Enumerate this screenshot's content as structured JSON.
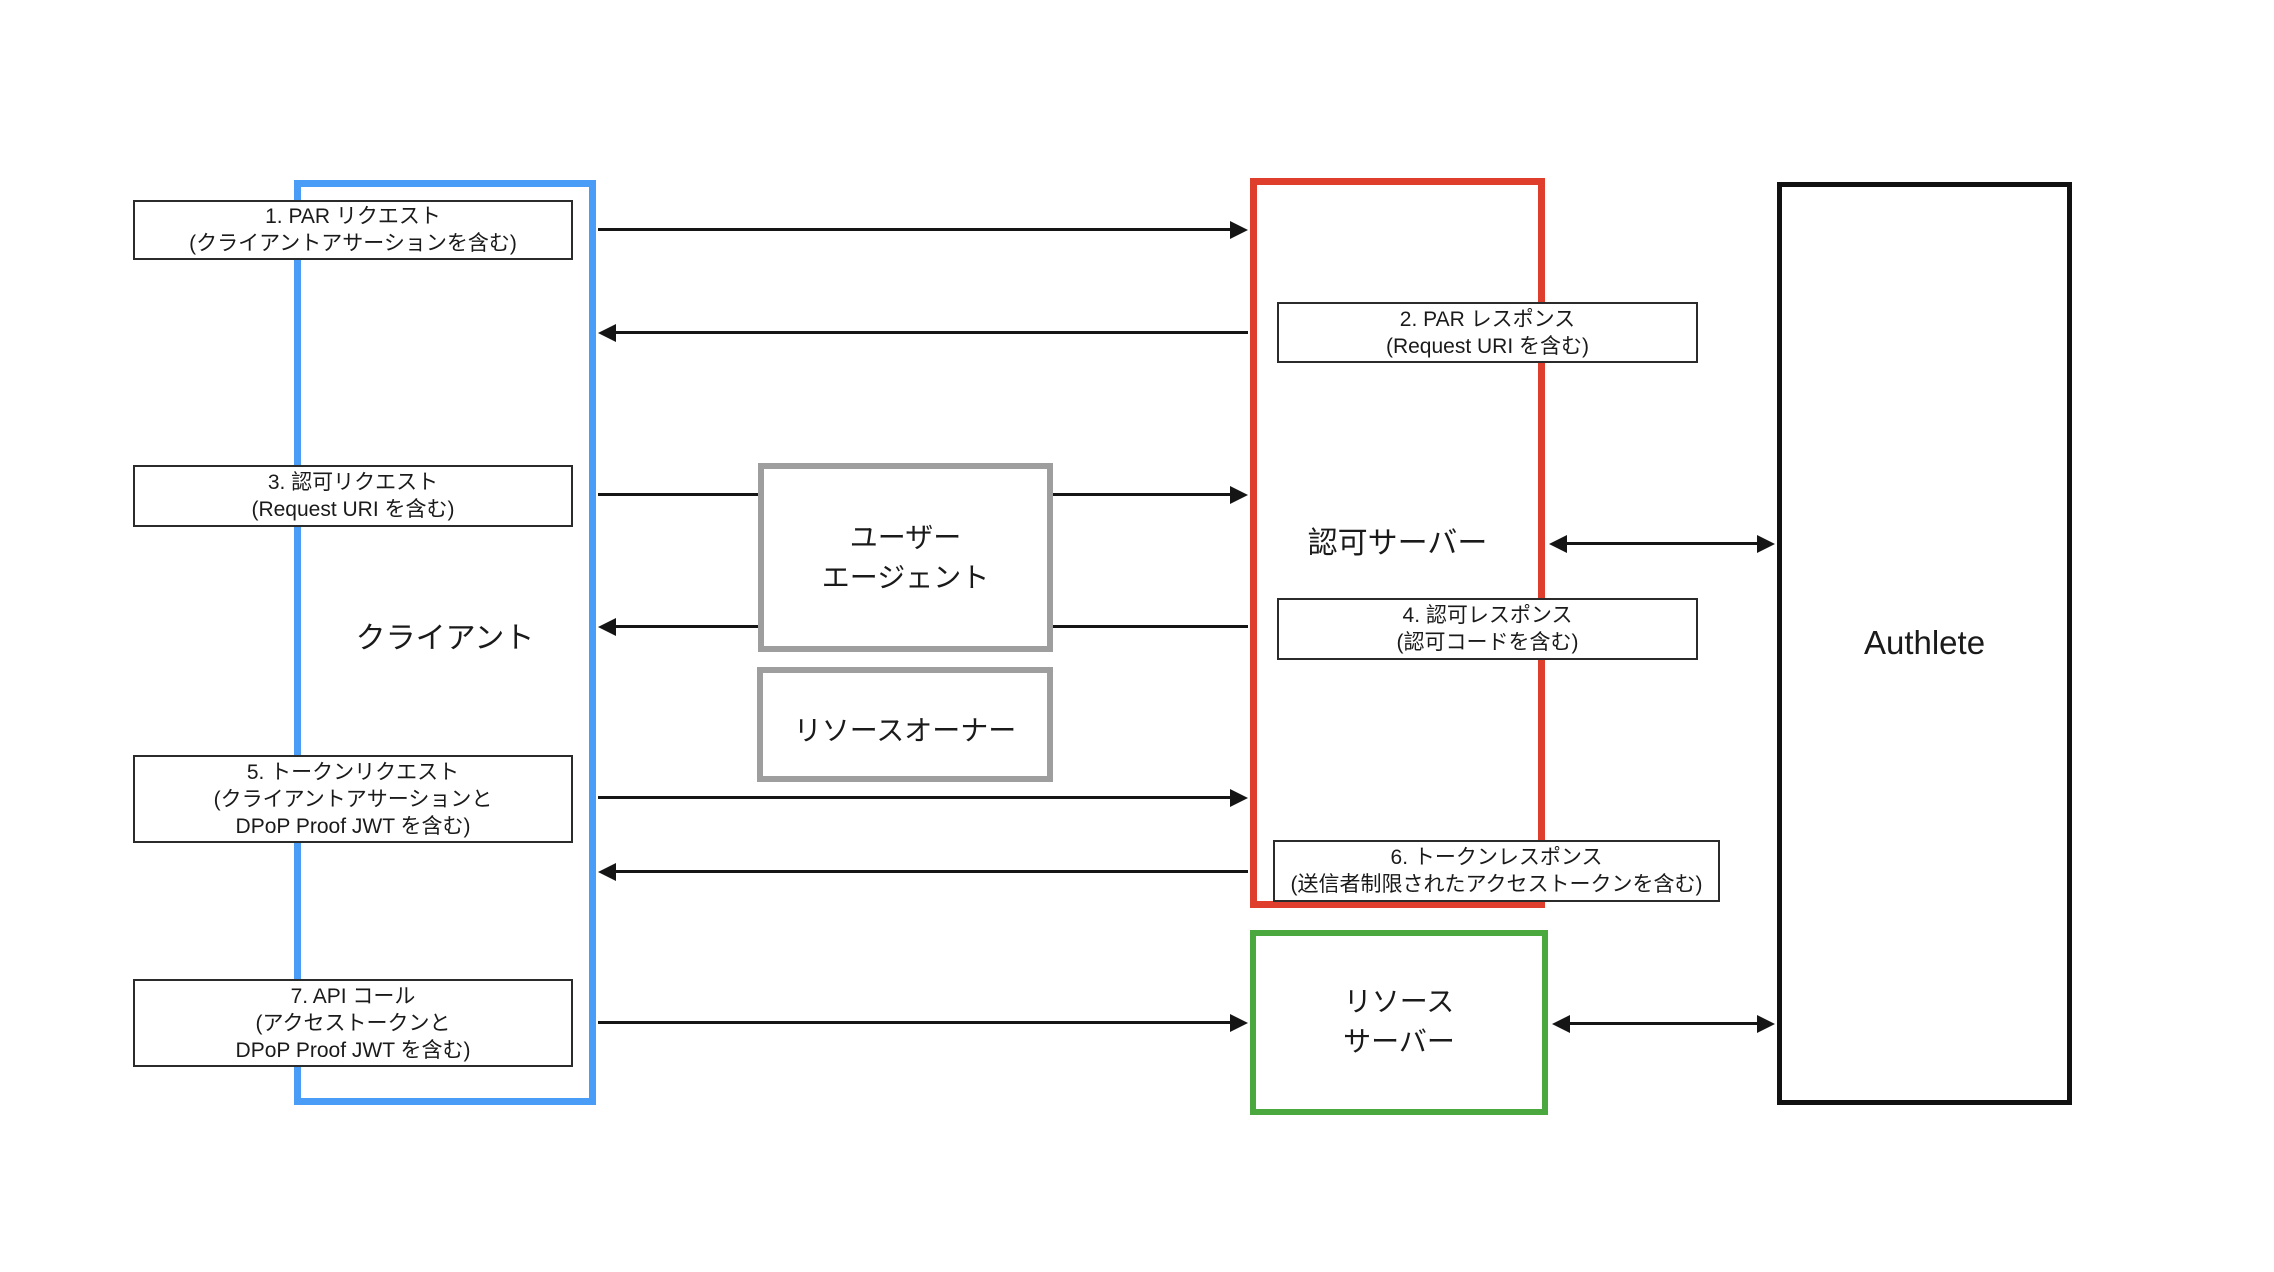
{
  "diagram": {
    "type": "sequence-flow",
    "colors": {
      "client_border": "#4a9df6",
      "auth_server_border": "#e03e2d",
      "resource_server_border": "#4ba83e",
      "authlete_border": "#111111",
      "user_agent_border": "#9e9e9e",
      "arrow": "#151515"
    },
    "entities": {
      "client": {
        "label": "クライアント"
      },
      "user_agent": {
        "line1": "ユーザー",
        "line2": "エージェント"
      },
      "resource_owner": {
        "label": "リソースオーナー"
      },
      "auth_server": {
        "label": "認可サーバー"
      },
      "resource_server": {
        "line1": "リソース",
        "line2": "サーバー"
      },
      "authlete": {
        "label": "Authlete"
      }
    },
    "steps": [
      {
        "lines": [
          "1. PAR リクエスト",
          "(クライアントアサーションを含む)"
        ]
      },
      {
        "lines": [
          "2. PAR レスポンス",
          "(Request URI を含む)"
        ]
      },
      {
        "lines": [
          "3. 認可リクエスト",
          "(Request URI を含む)"
        ]
      },
      {
        "lines": [
          "4. 認可レスポンス",
          "(認可コードを含む)"
        ]
      },
      {
        "lines": [
          "5. トークンリクエスト",
          "(クライアントアサーションと",
          "DPoP Proof JWT を含む)"
        ]
      },
      {
        "lines": [
          "6. トークンレスポンス",
          "(送信者制限されたアクセストークンを含む)"
        ]
      },
      {
        "lines": [
          "7. API コール",
          "(アクセストークンと",
          "DPoP Proof JWT を含む)"
        ]
      }
    ],
    "arrows": [
      {
        "name": "step1",
        "from": "client",
        "to": "auth_server",
        "direction": "right"
      },
      {
        "name": "step2",
        "from": "auth_server",
        "to": "client",
        "direction": "left"
      },
      {
        "name": "step3",
        "from": "client",
        "to": "auth_server",
        "direction": "right"
      },
      {
        "name": "step4",
        "from": "auth_server",
        "to": "client",
        "direction": "left"
      },
      {
        "name": "step5",
        "from": "client",
        "to": "auth_server",
        "direction": "right"
      },
      {
        "name": "step6",
        "from": "auth_server",
        "to": "client",
        "direction": "left"
      },
      {
        "name": "step7",
        "from": "client",
        "to": "resource_server",
        "direction": "right"
      },
      {
        "name": "auth-server-authlete",
        "from": "auth_server",
        "to": "authlete",
        "direction": "both"
      },
      {
        "name": "resource-server-authlete",
        "from": "resource_server",
        "to": "authlete",
        "direction": "both"
      }
    ]
  }
}
